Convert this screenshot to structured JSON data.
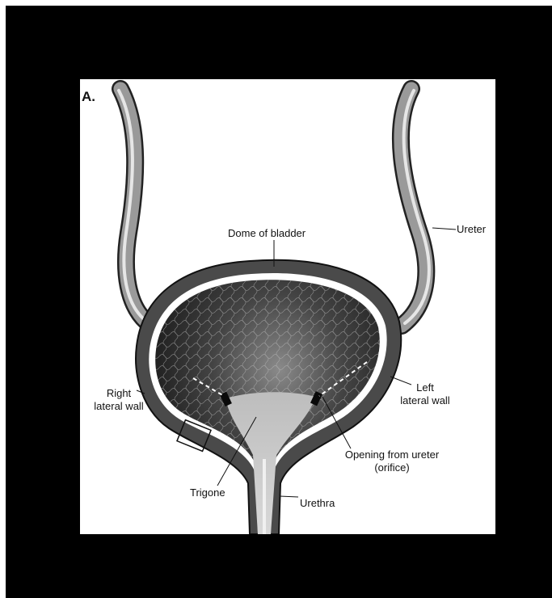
{
  "figure": {
    "panel_letter": "A.",
    "labels": {
      "dome": "Dome of bladder",
      "ureter": "Ureter",
      "right_wall_line1": "Right",
      "right_wall_line2": "lateral wall",
      "left_wall_line1": "Left",
      "left_wall_line2": "lateral wall",
      "opening_line1": "Opening from ureter",
      "opening_line2": "(orifice)",
      "trigone": "Trigone",
      "urethra": "Urethra"
    }
  },
  "colors": {
    "frame": "#000000",
    "panel": "#ffffff",
    "wall": "#4a4a4a",
    "lining": "#ffffff",
    "interior": "#2a2a2a",
    "trigone": "#c8c8c8"
  }
}
